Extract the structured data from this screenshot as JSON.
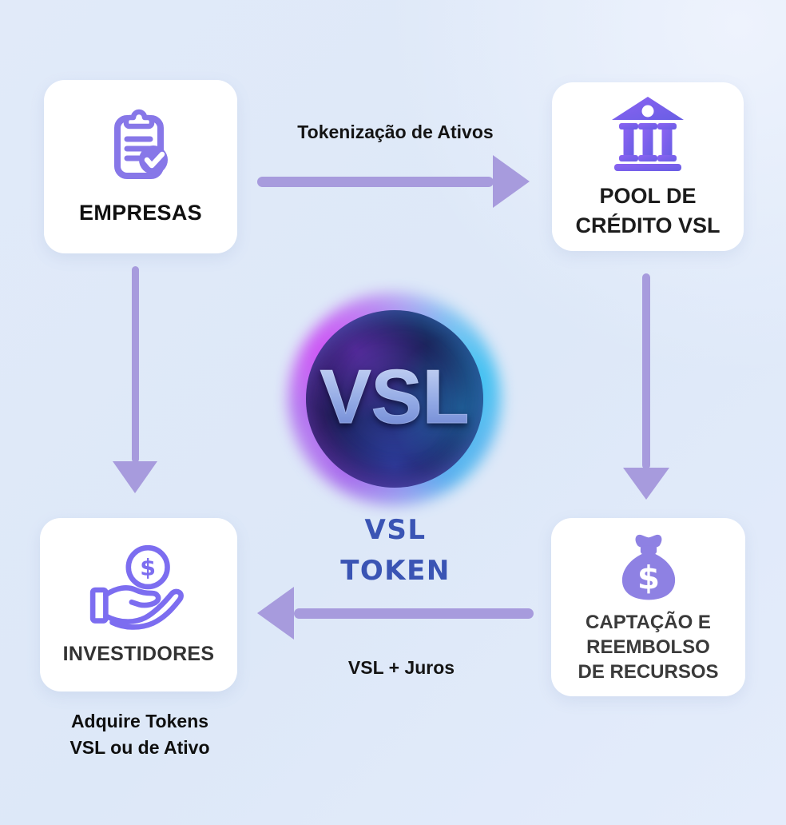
{
  "colors": {
    "background": "#dfe9f8",
    "card_bg": "#ffffff",
    "arrow_purple": "#a79bdd",
    "icon_purple": "#8373e8",
    "token_text_blue": "#3a54b4",
    "node_text_dark": "#1c1c1c"
  },
  "nodes": {
    "empresas": {
      "label": "EMPRESAS",
      "icon": "clipboard-check-icon"
    },
    "pool": {
      "lines": [
        "POOL DE",
        "CRÉDITO VSL"
      ],
      "icon": "bank-icon"
    },
    "captacao": {
      "lines": [
        "CAPTAÇÃO E",
        "REEMBOLSO",
        "DE RECURSOS"
      ],
      "icon": "money-bag-icon",
      "bag_symbol": "$"
    },
    "investidores": {
      "label": "INVESTIDORES",
      "icon": "hand-coin-icon",
      "coin_symbol": "$",
      "note_lines": [
        "Adquire Tokens",
        "VSL ou de Ativo"
      ]
    }
  },
  "edges": {
    "top": {
      "label": "Tokenização de Ativos"
    },
    "bottom": {
      "label": "VSL + Juros"
    }
  },
  "center": {
    "logo_text": "VSL",
    "token_lines": [
      "VSL",
      "TOKEN"
    ]
  }
}
